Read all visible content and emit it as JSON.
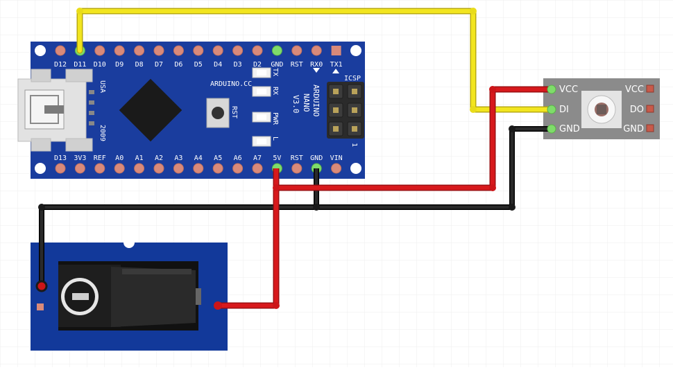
{
  "colors": {
    "board": "#1a3d9e",
    "pin": "#d98a7a",
    "pin_active": "#7fdc6a",
    "wire_data": "#f2e51f",
    "wire_power": "#d7191c",
    "wire_ground": "#1c1c1c",
    "module": "#8b8b8b",
    "jack_board": "#12399a"
  },
  "arduino": {
    "top_pins": [
      "D12",
      "D11",
      "D10",
      "D9",
      "D8",
      "D7",
      "D6",
      "D5",
      "D4",
      "D3",
      "D2",
      "GND",
      "RST",
      "RX0",
      "TX1"
    ],
    "bottom_pins": [
      "D13",
      "3V3",
      "REF",
      "A0",
      "A1",
      "A2",
      "A3",
      "A4",
      "A5",
      "A6",
      "A7",
      "5V",
      "RST",
      "GND",
      "VIN"
    ],
    "usa_label": "USA",
    "year_label": "2009",
    "brand_label": "ARDUINO.CC",
    "rst_label": "RST",
    "led_labels": [
      "TX",
      "RX",
      "PWR",
      "L"
    ],
    "name_lines": [
      "ARDUINO",
      "NANO",
      "V3.0"
    ],
    "icsp_label": "ICSP",
    "icsp_pin1": "1"
  },
  "led_module": {
    "left_pins": [
      "VCC",
      "DI",
      "GND"
    ],
    "right_pins": [
      "VCC",
      "DO",
      "GND"
    ]
  }
}
